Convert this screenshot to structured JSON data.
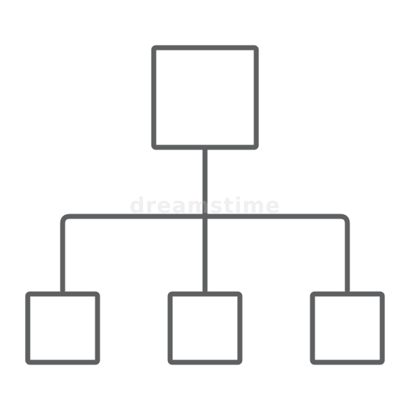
{
  "diagram": {
    "type": "hierarchy-icon",
    "style": "outline",
    "stroke_color": "#5f6062",
    "background_color": "#ffffff",
    "nodes": [
      {
        "id": "root",
        "level": 0
      },
      {
        "id": "child-left",
        "level": 1,
        "parent": "root"
      },
      {
        "id": "child-center",
        "level": 1,
        "parent": "root"
      },
      {
        "id": "child-right",
        "level": 1,
        "parent": "root"
      }
    ]
  },
  "watermark": {
    "text": "dreamstime"
  }
}
